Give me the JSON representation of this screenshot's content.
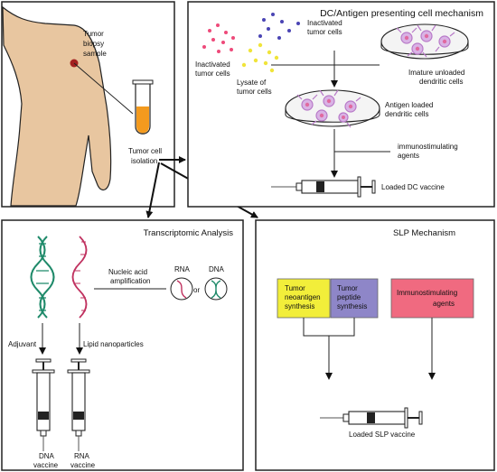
{
  "top_left": {
    "biopsy_line1": "Tumor",
    "biopsy_line2": "biopsy",
    "biopsy_line3": "sample",
    "isolation_line1": "Tumor cell",
    "isolation_line2": "isolation"
  },
  "dc_panel": {
    "title": "DC/Antigen presenting cell mechanism",
    "inactivated_left_1": "Inactivated",
    "inactivated_left_2": "tumor cells",
    "inactivated_top_1": "Inactivated",
    "inactivated_top_2": "tumor cells",
    "lysate_1": "Lysate of",
    "lysate_2": "tumor cells",
    "immature_1": "Imature unloaded",
    "immature_2": "dendritic cells",
    "antigen_1": "Antigen loaded",
    "antigen_2": "dendritic cells",
    "immuno": "immunostimulating",
    "agents": "agents",
    "vaccine": "Loaded DC vaccine"
  },
  "transcriptomic_panel": {
    "title": "Transcriptomic Analysis",
    "nucleic_1": "Nucleic acid",
    "nucleic_2": "amplification",
    "rna": "RNA",
    "dna": "DNA",
    "or": "or",
    "adjuvant": "Adjuvant",
    "lipid": "Lipid nanoparticles",
    "dna_vaccine_1": "DNA",
    "dna_vaccine_2": "vaccine",
    "rna_vaccine_1": "RNA",
    "rna_vaccine_2": "vaccine"
  },
  "slp_panel": {
    "title": "SLP Mechanism",
    "neo_1": "Tumor",
    "neo_2": "neoantigen",
    "neo_3": "synthesis",
    "pep_1": "Tumor",
    "pep_2": "peptide",
    "pep_3": "synthesis",
    "immuno_1": "Immunostimulating",
    "immuno_2": "agents",
    "vaccine": "Loaded SLP vaccine"
  },
  "colors": {
    "neoantigen_box": "#f2ee3a",
    "peptide_box": "#8e86c8",
    "immuno_box": "#f06a80",
    "dna_helix": "#1f8a6a",
    "rna_helix": "#c0315f",
    "skin": "#e8c6a0",
    "tube_fill": "#f39a1e",
    "dendritic": "#b87ac8",
    "dendritic_nucleus": "#e06aa0"
  }
}
